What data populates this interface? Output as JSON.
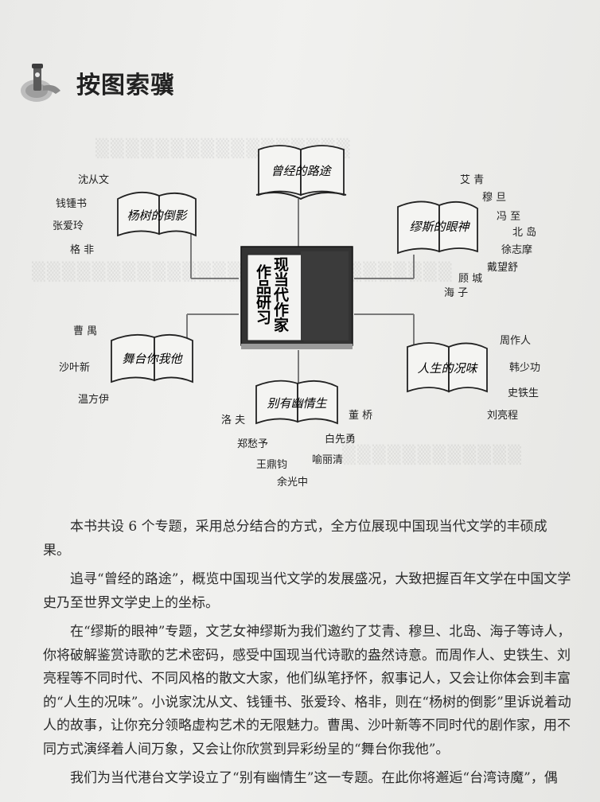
{
  "page_title": "按图索骥",
  "center_book": {
    "line1": "现当代作家",
    "line2": "作品研习"
  },
  "topics": [
    {
      "id": "past",
      "label": "曾经的路途"
    },
    {
      "id": "shade",
      "label": "杨树的倒影"
    },
    {
      "id": "muse",
      "label": "缪斯的眼神"
    },
    {
      "id": "stage",
      "label": "舞台你我他"
    },
    {
      "id": "life",
      "label": "人生的况味"
    },
    {
      "id": "hk",
      "label": "别有幽情生"
    }
  ],
  "authors": {
    "shade": [
      "沈从文",
      "钱锺书",
      "张爱玲",
      "格 非"
    ],
    "muse": [
      "艾 青",
      "穆 旦",
      "冯 至",
      "北 岛",
      "徐志摩",
      "戴望舒",
      "顾 城",
      "海 子"
    ],
    "stage": [
      "曹 禺",
      "沙叶新",
      "温方伊"
    ],
    "life": [
      "周作人",
      "韩少功",
      "史铁生",
      "刘亮程"
    ],
    "hk": [
      "洛 夫",
      "郑愁予",
      "王鼎钧",
      "余光中",
      "董 桥",
      "白先勇",
      "喻丽清"
    ]
  },
  "paragraphs": [
    "本书共设 6 个专题，采用总分结合的方式，全方位展现中国现当代文学的丰硕成果。",
    "追寻“曾经的路途”，概览中国现当代文学的发展盛况，大致把握百年文学在中国文学史乃至世界文学史上的坐标。",
    "在“缪斯的眼神”专题，文艺女神缪斯为我们邀约了艾青、穆旦、北岛、海子等诗人，你将破解鉴赏诗歌的艺术密码，感受中国现当代诗歌的盎然诗意。而周作人、史铁生、刘亮程等不同时代、不同风格的散文大家，他们纵笔抒怀，叙事记人，又会让你体会到丰富的“人生的况味”。小说家沈从文、钱锺书、张爱玲、格非，则在“杨树的倒影”里诉说着动人的故事，让你充分领略虚构艺术的无限魅力。曹禺、沙叶新等不同时代的剧作家，用不同方式演绎着人间万象，又会让你欣赏到异彩纷呈的“舞台你我他”。",
    "我们为当代港台文学设立了“别有幽情生”这一专题。在此你将邂逅“台湾诗魔”，偶"
  ]
}
